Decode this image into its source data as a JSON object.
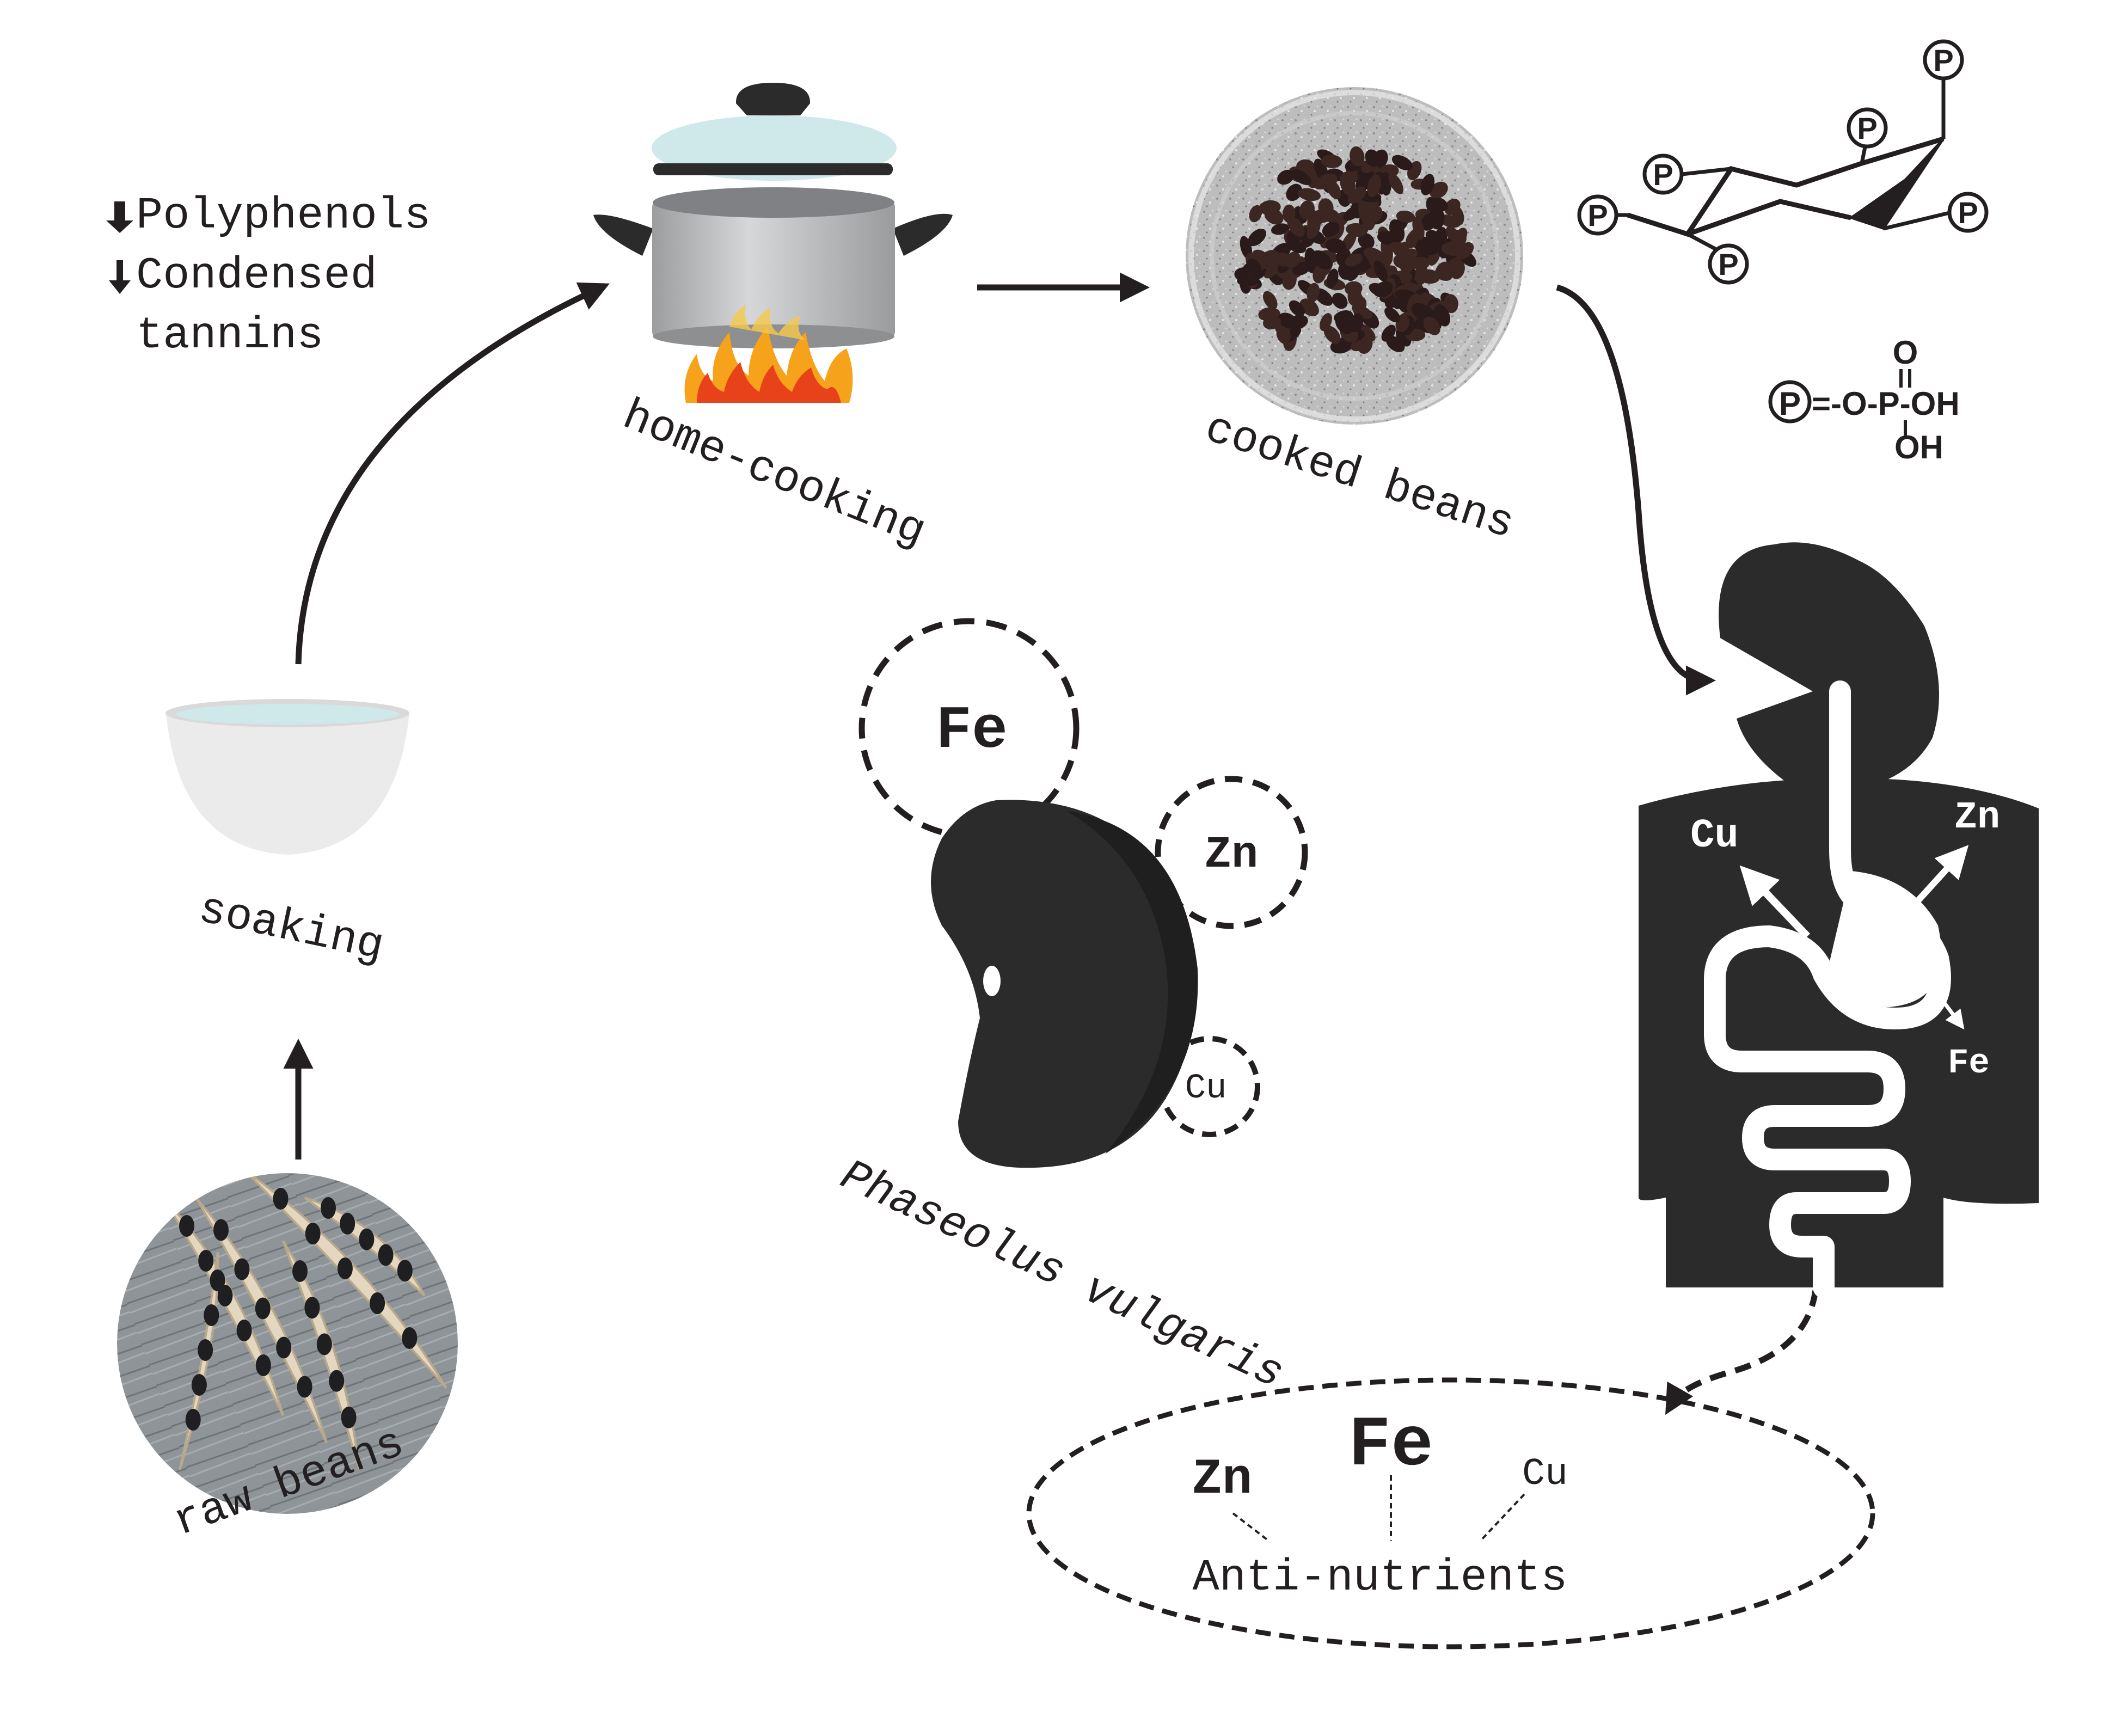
{
  "labels": {
    "decrease_1": "Polyphenols",
    "decrease_2": "Condensed",
    "decrease_3": "tannins",
    "home_cooking": "home-cooking",
    "cooked_beans": "cooked beans",
    "soaking": "soaking",
    "raw_beans": "raw beans",
    "species": "Phaseolus vulgaris",
    "anti_nutrients": "Anti-nutrients"
  },
  "minerals": {
    "fe": "Fe",
    "zn": "Zn",
    "cu": "Cu"
  },
  "phosphate": {
    "p": "P",
    "o": "O",
    "oh": "OH",
    "formula_mid": "=-O-P-OH"
  },
  "colors": {
    "ink": "#231f20",
    "bean": "#2b2b2b",
    "water": "#cfe8ea",
    "flame_outer": "#f6a21a",
    "flame_inner": "#e8421a",
    "pot": "#b8b9bb"
  }
}
